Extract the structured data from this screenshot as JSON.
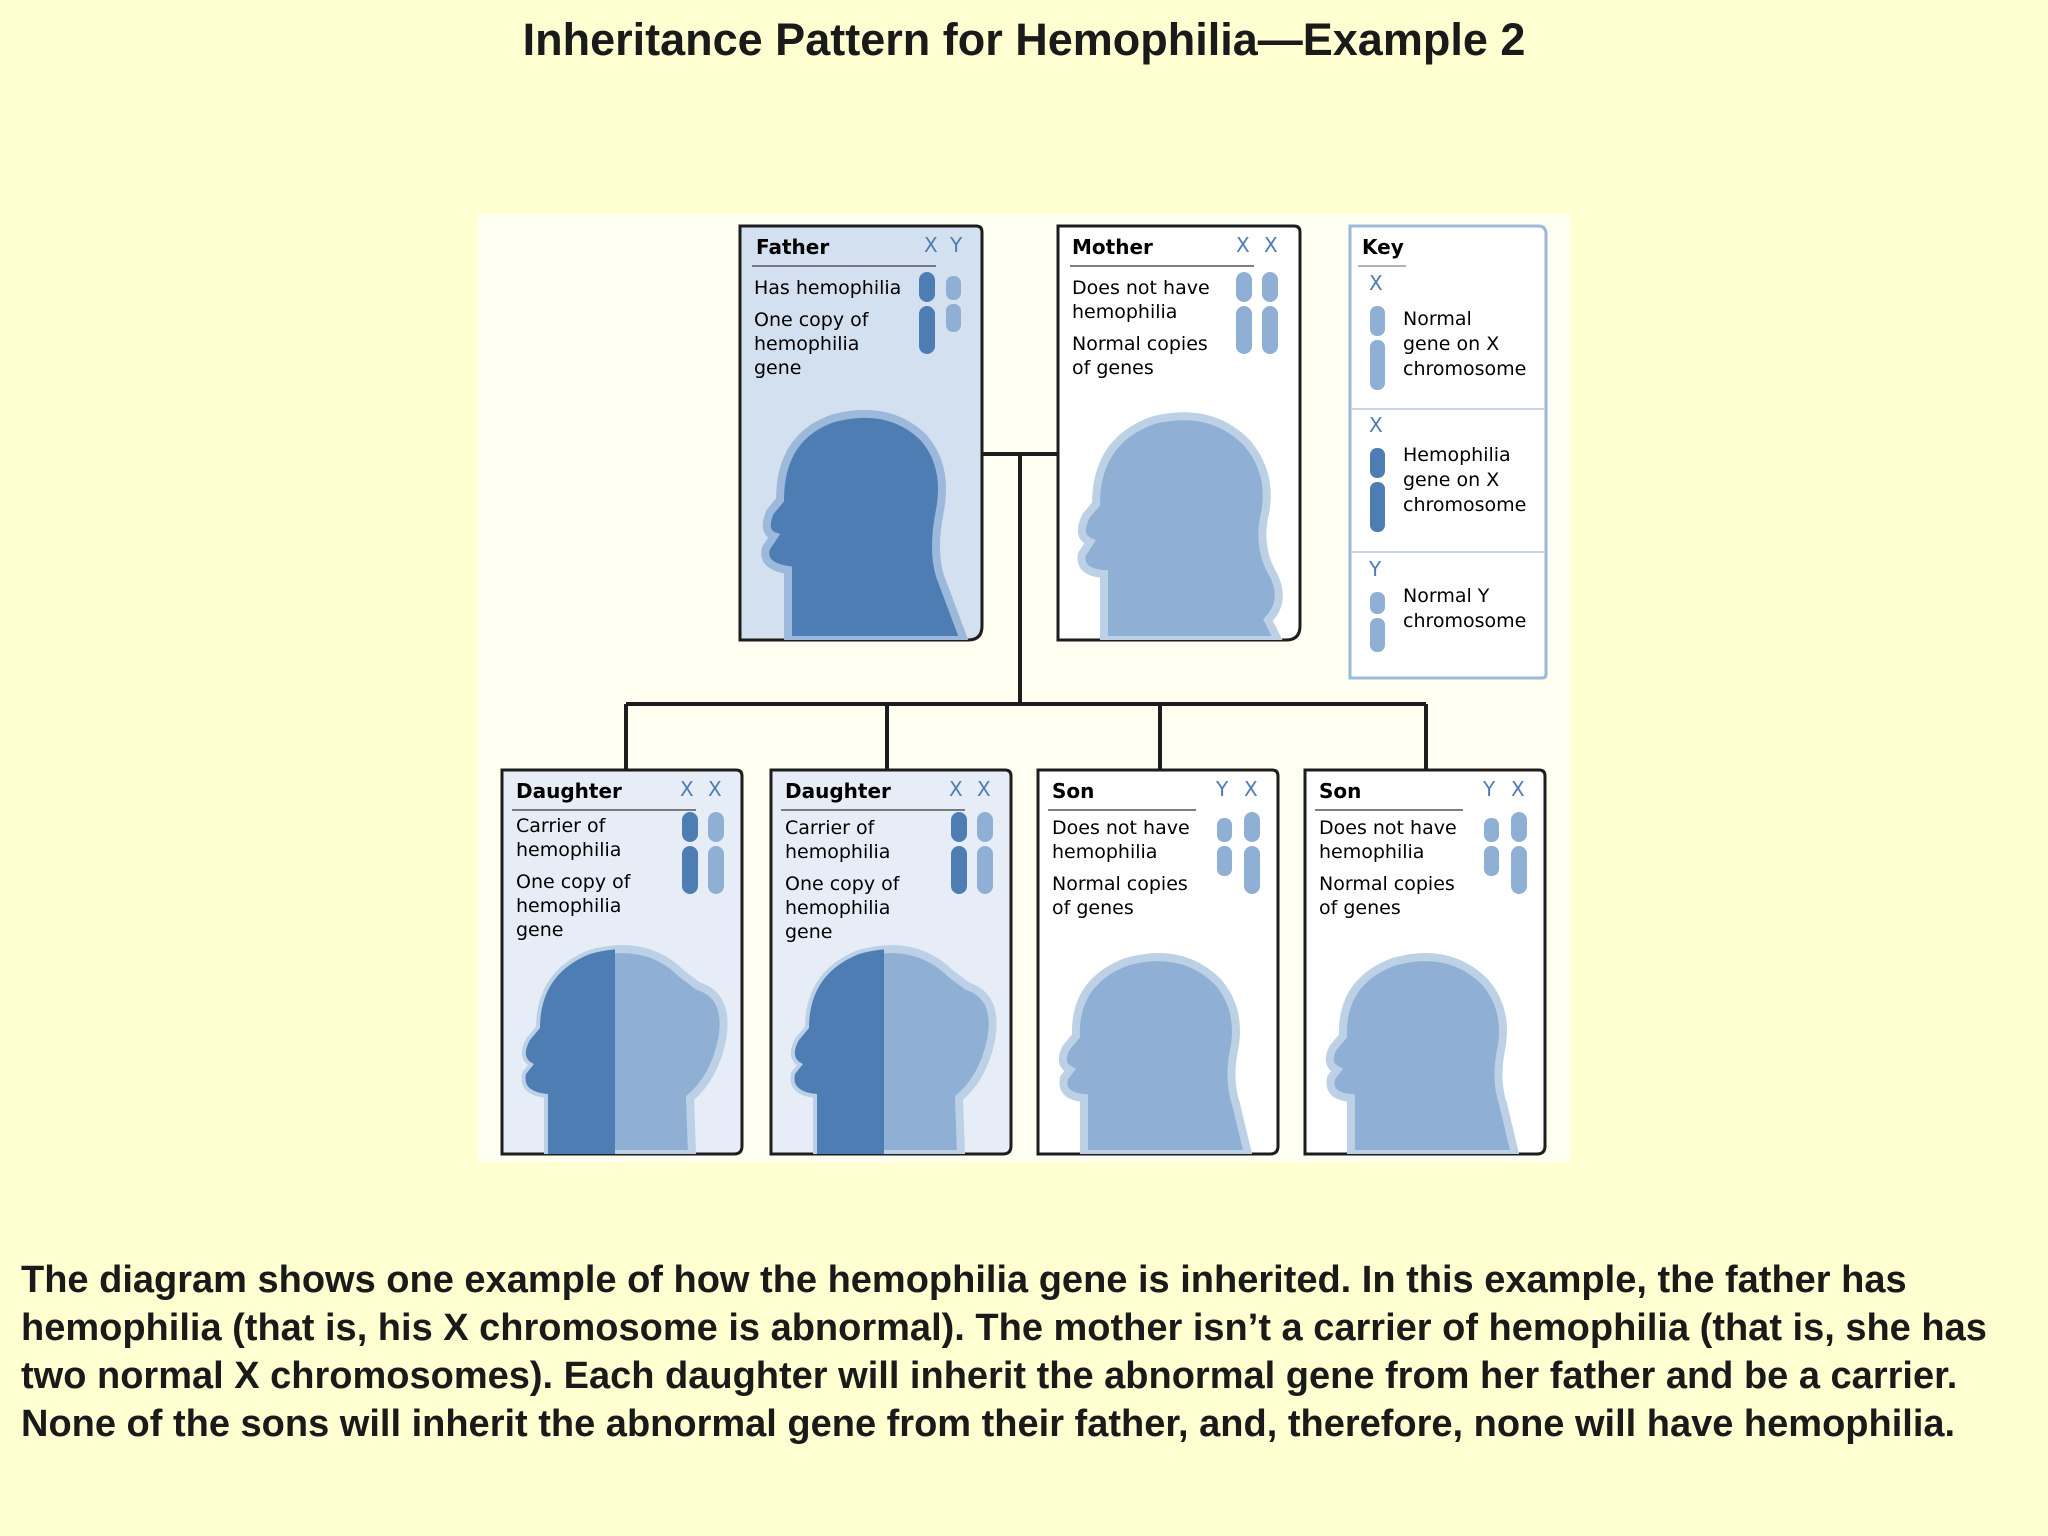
{
  "title": "Inheritance Pattern for Hemophilia—Example 2",
  "colors": {
    "background": "#ffffd1",
    "affected": "#4e7db3",
    "normal": "#8fb0d4",
    "panel_affected": "#d3e0ef",
    "panel_carrier": "#e6edf6",
    "panel_normal": "#ffffff",
    "line": "#1d1d1d"
  },
  "parents": {
    "father": {
      "name": "Father",
      "chromosomes": [
        "X",
        "Y"
      ],
      "status": "Has hemophilia",
      "detail": [
        "One copy of",
        "hemophilia",
        "gene"
      ]
    },
    "mother": {
      "name": "Mother",
      "chromosomes": [
        "X",
        "X"
      ],
      "status": [
        "Does not have",
        "hemophilia"
      ],
      "detail": [
        "Normal copies",
        "of genes"
      ]
    }
  },
  "children": [
    {
      "name": "Daughter",
      "chromosomes": [
        "X",
        "X"
      ],
      "status": [
        "Carrier of",
        "hemophilia"
      ],
      "detail": [
        "One copy of",
        "hemophilia",
        "gene"
      ]
    },
    {
      "name": "Daughter",
      "chromosomes": [
        "X",
        "X"
      ],
      "status": [
        "Carrier of",
        "hemophilia"
      ],
      "detail": [
        "One copy of",
        "hemophilia",
        "gene"
      ]
    },
    {
      "name": "Son",
      "chromosomes": [
        "Y",
        "X"
      ],
      "status": [
        "Does not have",
        "hemophilia"
      ],
      "detail": [
        "Normal copies",
        "of genes"
      ]
    },
    {
      "name": "Son",
      "chromosomes": [
        "Y",
        "X"
      ],
      "status": [
        "Does not have",
        "hemophilia"
      ],
      "detail": [
        "Normal copies",
        "of genes"
      ]
    }
  ],
  "key": {
    "title": "Key",
    "items": [
      {
        "letter": "X",
        "label": [
          "Normal",
          "gene on X",
          "chromosome"
        ]
      },
      {
        "letter": "X",
        "label": [
          "Hemophilia",
          "gene on X",
          "chromosome"
        ]
      },
      {
        "letter": "Y",
        "label": [
          "Normal Y",
          "chromosome"
        ]
      }
    ]
  },
  "caption": "The diagram shows one example of how the hemophilia gene is inherited. In this example, the father has hemophilia (that is, his X chromosome is abnormal). The mother isn’t a carrier of hemophilia (that is, she has two normal X chromosomes). Each daughter will inherit the abnormal gene from her father and be a carrier. None of the sons will inherit the abnormal gene from their father, and, therefore, none will have hemophilia."
}
